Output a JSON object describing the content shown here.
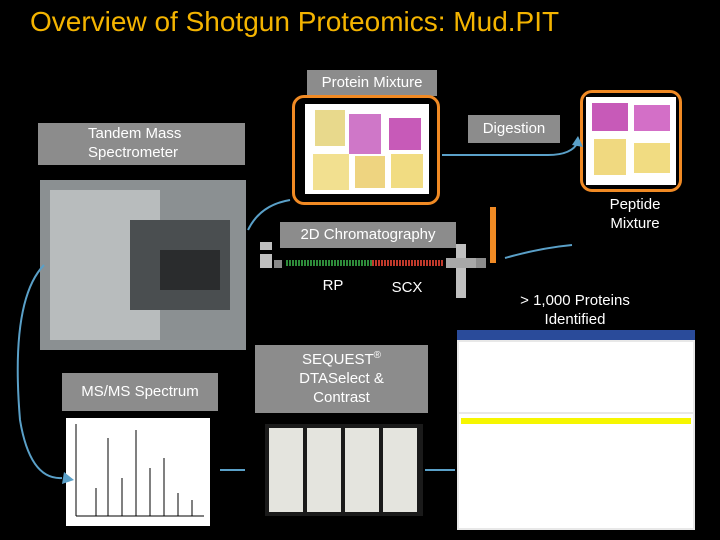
{
  "title": "Overview of Shotgun Proteomics: Mud.PIT",
  "labels": {
    "protein_mixture": "Protein Mixture",
    "digestion": "Digestion",
    "tandem_ms": "Tandem Mass Spectrometer",
    "peptide_mixture": "Peptide Mixture",
    "chromatography": "2D Chromatography",
    "rp": "RP",
    "scx": "SCX",
    "proteins_identified": "> 1,000 Proteins Identified",
    "msms_spectrum": "MS/MS Spectrum",
    "sequest": "SEQUEST",
    "sequest_mark": "®",
    "dtaselect": "DTASelect & Contrast"
  },
  "colors": {
    "title": "#f4b400",
    "frame": "#f08a24",
    "label_bg": "#8c8c8c",
    "arrow": "#5aa0c8",
    "rp_column": "#2e8b3a",
    "scx_column": "#c0392b"
  }
}
